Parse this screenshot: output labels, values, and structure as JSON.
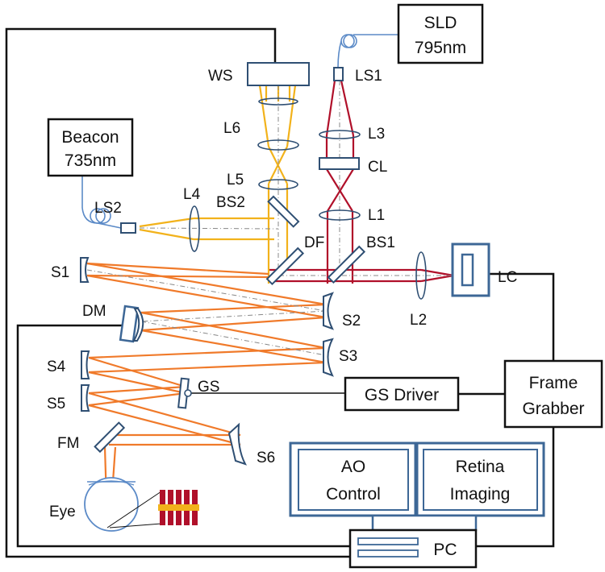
{
  "boxes": {
    "sld_line1": "SLD",
    "sld_line2": "795nm",
    "beacon_line1": "Beacon",
    "beacon_line2": "735nm",
    "gs_driver": "GS Driver",
    "frame_grabber_line1": "Frame",
    "frame_grabber_line2": "Grabber",
    "ao_control_line1": "AO",
    "ao_control_line2": "Control",
    "retina_imaging_line1": "Retina",
    "retina_imaging_line2": "Imaging",
    "pc": "PC"
  },
  "labels": {
    "ws": "WS",
    "ls1": "LS1",
    "l6": "L6",
    "l3": "L3",
    "cl": "CL",
    "l5": "L5",
    "l4": "L4",
    "bs2": "BS2",
    "ls2": "LS2",
    "l1": "L1",
    "df": "DF",
    "bs1": "BS1",
    "s1": "S1",
    "lc": "LC",
    "dm": "DM",
    "l2": "L2",
    "s2": "S2",
    "s3": "S3",
    "s4": "S4",
    "gs": "GS",
    "s5": "S5",
    "fm": "FM",
    "s6": "S6",
    "eye": "Eye"
  },
  "colors": {
    "red_beam": "#b0102a",
    "yellow_beam": "#f2b21b",
    "orange_beam": "#f07a2a",
    "fiber": "#5b8ac7",
    "optic_outline": "#2f4f73"
  }
}
